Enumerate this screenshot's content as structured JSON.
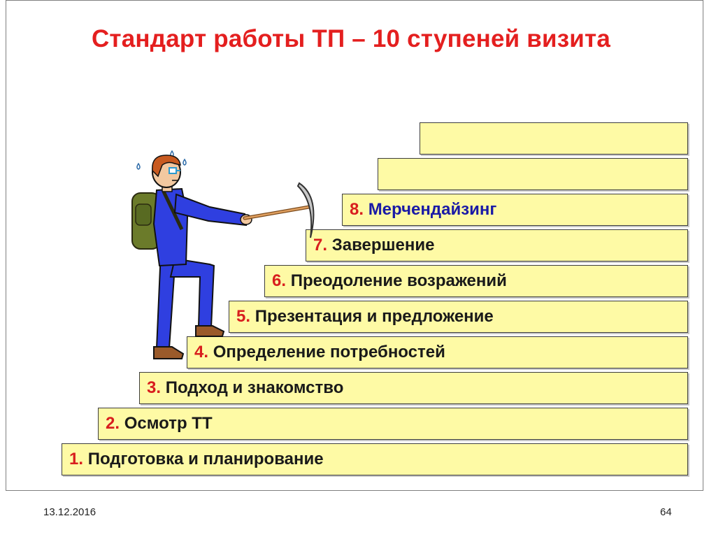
{
  "slide": {
    "title": "Стандарт работы ТП – 10 ступеней визита",
    "date": "13.12.2016",
    "page_number": "64"
  },
  "steps": [
    {
      "number": "1.",
      "label": "Подготовка и планирование"
    },
    {
      "number": "2.",
      "label": "Осмотр ТТ"
    },
    {
      "number": "3.",
      "label": "Подход и знакомство"
    },
    {
      "number": "4.",
      "label": "Определение потребностей"
    },
    {
      "number": "5.",
      "label": "Презентация и предложение"
    },
    {
      "number": "6.",
      "label": "Преодоление возражений"
    },
    {
      "number": "7.",
      "label": "Завершение"
    },
    {
      "number": "8.",
      "label": "Мерчендайзинг"
    },
    {
      "number": "",
      "label": ""
    },
    {
      "number": "",
      "label": ""
    }
  ],
  "colors": {
    "title": "#e41f1f",
    "step_fill": "#fefaa5",
    "step_number": "#d81e1e",
    "step8_text": "#1a1aa6"
  }
}
